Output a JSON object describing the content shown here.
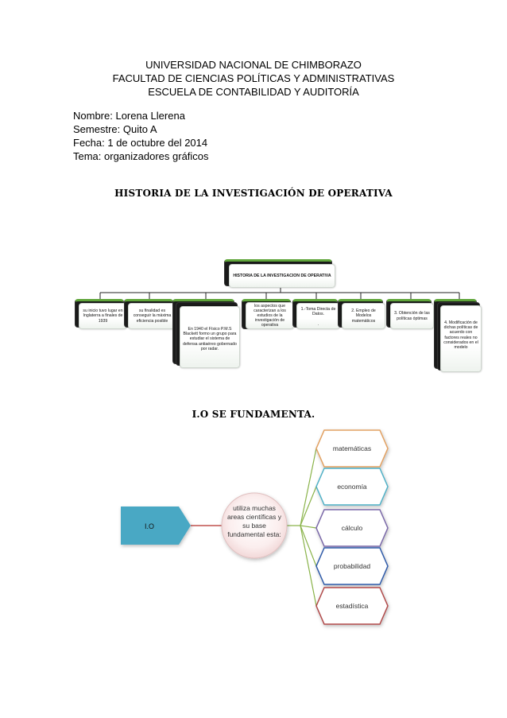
{
  "header": {
    "line1": "UNIVERSIDAD  NACIONAL DE CHIMBORAZO",
    "line2": "FACULTAD DE CIENCIAS POLÍTICAS Y ADMINISTRATIVAS",
    "line3": "ESCUELA DE CONTABILIDAD Y AUDITORÍA"
  },
  "info": {
    "nombre": "Nombre: Lorena Llerena",
    "semestre": "Semestre: Quito A",
    "fecha": "Fecha: 1 de octubre del 2014",
    "tema": "Tema: organizadores gráficos"
  },
  "section1": {
    "title": "HISTORIA DE LA INVESTIGACIÓN DE OPERATIVA",
    "root": "HISTORIA DE LA INVESTIGACION DE OPERATIVA",
    "children": [
      "su inicio tuvo lugar en Inglaterra a finales de 1939",
      "su finalidad es conseguir la máxima eficiencia posible",
      "En 1940 el Físico P.M.S Blackett formo un grupo para estudiar el sistema de defensa antiaéreo gobernado por radar.",
      "los aspectos que caracterizan a los estudios de la investigación de operativa",
      "1.-Toma Directa de Datos.",
      "2. Empleo de Modelos matemáticos",
      "3. Obtención de las políticas óptimas",
      "4. Modificación de dichas políticas de acuerdo con factores reales no considerados en el modelo"
    ],
    "dot": "."
  },
  "section2": {
    "title": "I.O SE FUNDAMENTA.",
    "start": "I.O",
    "center": "utiliza muchas areas científicas y su base fundamental esta:",
    "items": [
      {
        "label": "matemáticas",
        "color": "#e2a060"
      },
      {
        "label": "economía",
        "color": "#4fb0c6"
      },
      {
        "label": "cálculo",
        "color": "#7a68a8"
      },
      {
        "label": "probabilidad",
        "color": "#2e5aa8"
      },
      {
        "label": "estadística",
        "color": "#b04a4a"
      }
    ],
    "start_color": "#4aa8c4",
    "line_color": "#8ab34a"
  }
}
